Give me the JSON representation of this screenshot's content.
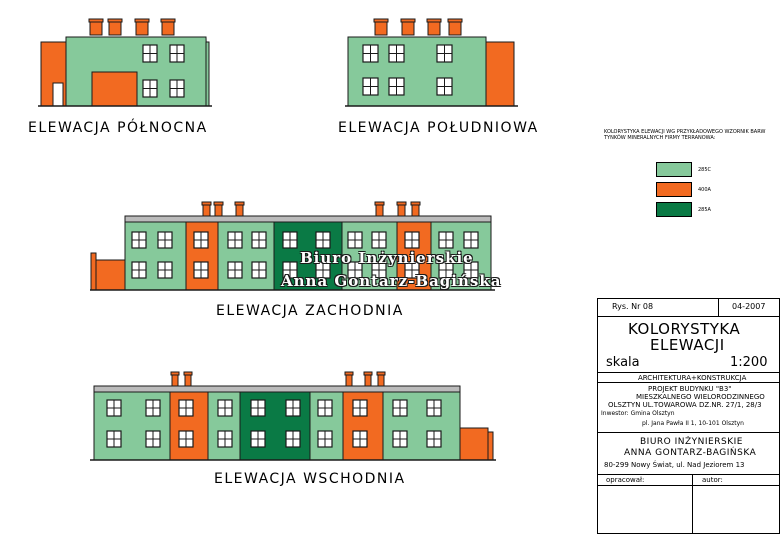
{
  "colors": {
    "light_green": "#86c99b",
    "orange": "#f26a21",
    "dark_green": "#0a7a45",
    "outline": "#1a1a1a"
  },
  "elevations": {
    "north": "ELEWACJA PÓŁNOCNA",
    "south": "ELEWACJA POŁUDNIOWA",
    "west": "ELEWACJA ZACHODNIA",
    "east": "ELEWACJA WSCHODNIA"
  },
  "legend": {
    "caption": "KOLORYSTYKA ELEWACJI WG PRZYKŁADOWEGO WZORNIK BARW TYNKÓW MINERALNYCH FIRMY TERRANOWA:",
    "items": [
      {
        "code": "285C",
        "color": "#86c99b"
      },
      {
        "code": "400A",
        "color": "#f26a21"
      },
      {
        "code": "285A",
        "color": "#0a7a45"
      }
    ]
  },
  "watermark": {
    "line1": "Biuro Inżynierskie",
    "line2": "Anna Gontarz-Bagińska"
  },
  "title_block": {
    "drawing_no": "Rys. Nr 08",
    "date": "04-2007",
    "title_line1": "KOLORYSTYKA",
    "title_line2": "ELEWACJI",
    "scale_label": "skala",
    "scale_value": "1:200",
    "discipline": "ARCHITEKTURA+KONSTRUKCJA",
    "project_line1": "PROJEKT BUDYNKU \"B3\"",
    "project_line2": "MIESZKALNEGO WIELORODZINNEGO",
    "project_line3": "OLSZTYN UL.TOWAROWA DZ.NR. 27/1, 28/3",
    "investor_line1": "Inwestor: Gmina Olsztyn",
    "investor_line2": "pl. Jana Pawła II 1, 10-101 Olsztyn",
    "office_line1": "BIURO INŻYNIERSKIE",
    "office_line2": "ANNA GONTARZ-BAGIŃSKA",
    "office_line3": "80-299 Nowy Świat, ul. Nad Jeziorem 13",
    "prepared_label": "opracował:",
    "author_label": "autor:"
  }
}
